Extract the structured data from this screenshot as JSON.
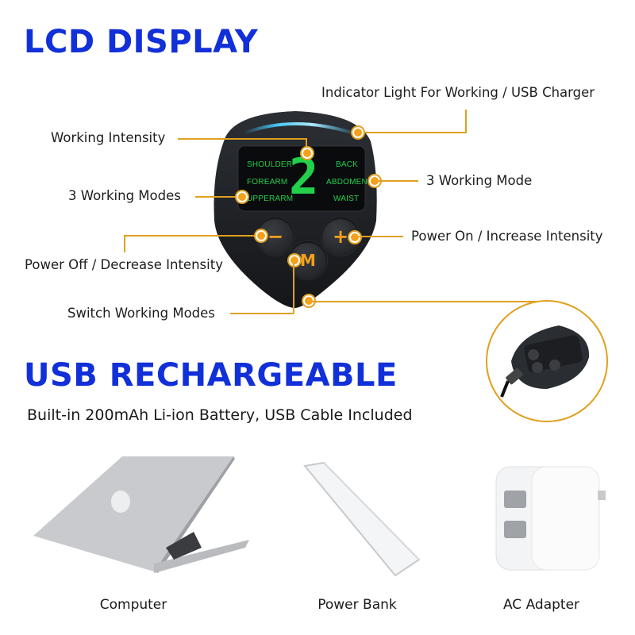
{
  "sections": {
    "lcd_heading": "LCD DISPLAY",
    "usb_heading": "USB RECHARGEABLE",
    "usb_subtitle": "Built-in 200mAh Li-ion Battery, USB Cable Included"
  },
  "callouts": {
    "indicator_light": "Indicator Light For Working / USB Charger",
    "working_intensity": "Working Intensity",
    "modes_left": "3 Working Modes",
    "modes_right": "3 Working Mode",
    "power_on": "Power On / Increase Intensity",
    "power_off": "Power Off / Decrease Intensity",
    "switch_modes": "Switch Working Modes"
  },
  "device": {
    "intensity_digit": "2",
    "modes_left": [
      "SHOULDER",
      "FOREARM",
      "UPPERARM"
    ],
    "modes_right": [
      "BACK",
      "ABDOMEN",
      "WAIST"
    ],
    "buttons": {
      "minus": "−",
      "plus": "+",
      "mode": "M"
    }
  },
  "chargers": [
    {
      "label": "Computer",
      "icon": "laptop-icon"
    },
    {
      "label": "Power Bank",
      "icon": "power-bank-icon"
    },
    {
      "label": "AC Adapter",
      "icon": "ac-adapter-icon"
    }
  ],
  "colors": {
    "heading_blue": "#1230d8",
    "callout_orange": "#e0a020",
    "lcd_green": "#22d04a",
    "device_black": "#1e2024"
  }
}
